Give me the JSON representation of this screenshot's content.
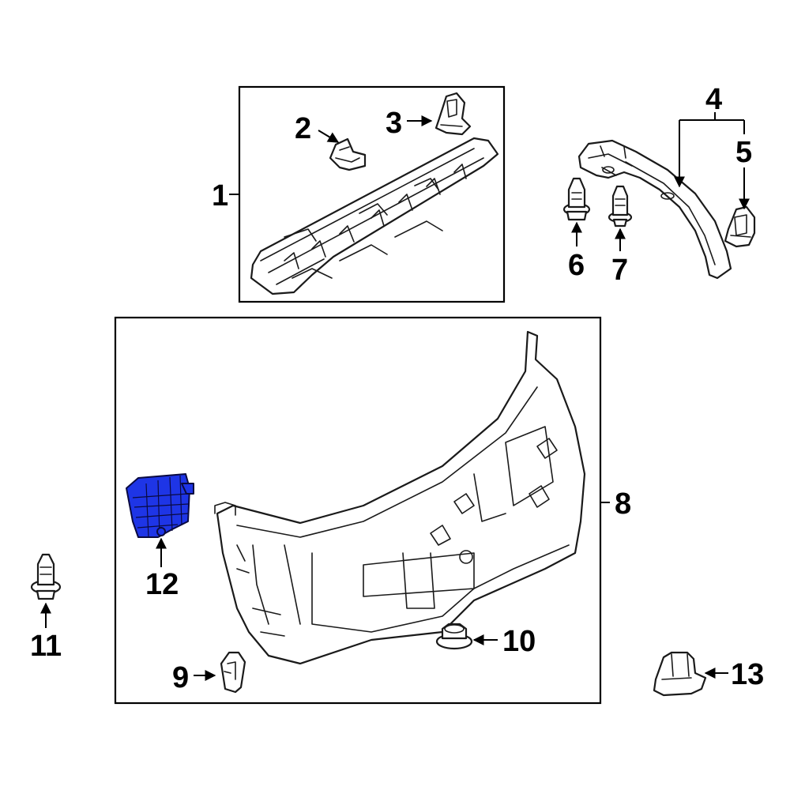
{
  "callouts": {
    "c1": "1",
    "c2": "2",
    "c3": "3",
    "c4": "4",
    "c5": "5",
    "c6": "6",
    "c7": "7",
    "c8": "8",
    "c9": "9",
    "c10": "10",
    "c11": "11",
    "c12": "12",
    "c13": "13"
  },
  "colors": {
    "highlight": "#1e35e6",
    "line": "#1a1a1a",
    "background": "#ffffff"
  }
}
